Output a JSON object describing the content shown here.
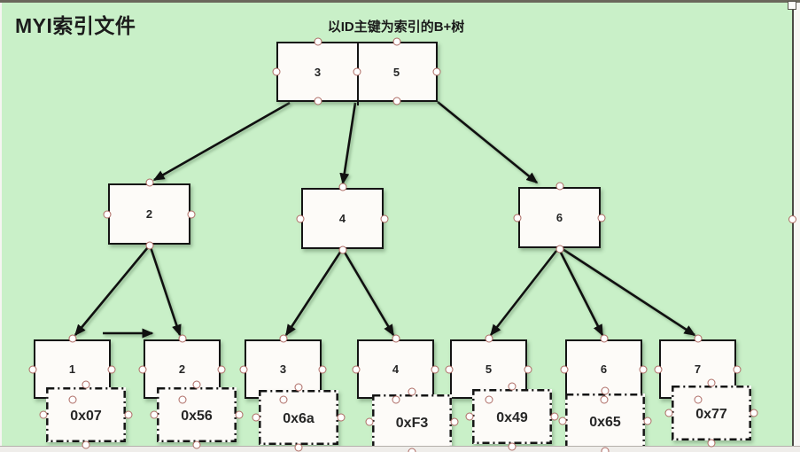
{
  "page": {
    "title": "MYI索引文件",
    "subtitle": "以ID主键为索引的B+树"
  },
  "tree": {
    "root": {
      "keys": [
        "3",
        "5"
      ]
    },
    "internal": [
      {
        "label": "2"
      },
      {
        "label": "4"
      },
      {
        "label": "6"
      }
    ],
    "leaves": [
      {
        "label": "1",
        "record": "0x07"
      },
      {
        "label": "2",
        "record": "0x56"
      },
      {
        "label": "3",
        "record": "0x6a"
      },
      {
        "label": "4",
        "record": "0xF3"
      },
      {
        "label": "5",
        "record": "0x49"
      },
      {
        "label": "6",
        "record": "0x65"
      },
      {
        "label": "7",
        "record": "0x77"
      }
    ]
  },
  "colors": {
    "canvas": "#c9f0c8",
    "shape_fill": "#fdfbf8",
    "stroke": "#141414",
    "anchor_ring": "#ad6a63"
  }
}
